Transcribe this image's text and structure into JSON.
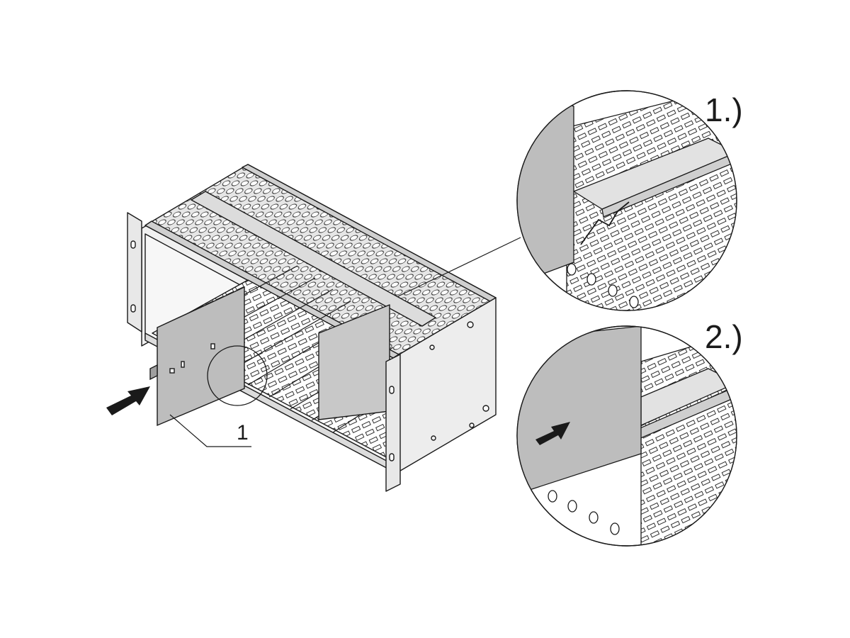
{
  "labels": {
    "step1": "1.)",
    "step2": "2.)",
    "part1": "1"
  },
  "colors": {
    "stroke": "#1a1a1a",
    "metal_light": "#ededed",
    "metal_mid": "#dcdcdc",
    "panel_gray": "#bdbdbd",
    "panel_dark": "#9f9f9f",
    "hole": "#cfcfcf",
    "background": "#ffffff"
  },
  "icons": {
    "insert_arrow_main": "arrow-right-icon",
    "insert_arrow_detail": "arrow-right-icon"
  }
}
